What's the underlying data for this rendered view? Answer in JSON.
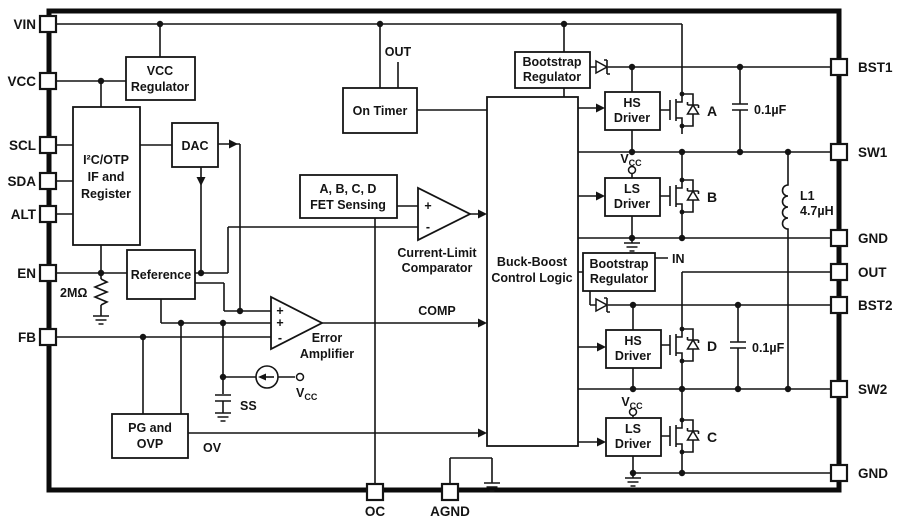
{
  "pins": {
    "left": [
      "VIN",
      "VCC",
      "SCL",
      "SDA",
      "ALT",
      "EN",
      "FB"
    ],
    "right": [
      "BST1",
      "SW1",
      "GND",
      "OUT",
      "BST2",
      "SW2",
      "GND"
    ],
    "bottom": [
      "OC",
      "AGND"
    ]
  },
  "blocks": {
    "vcc_regulator": [
      "VCC",
      "Regulator"
    ],
    "i2c_otp": [
      "I²C/OTP",
      "IF and",
      "Register"
    ],
    "dac": [
      "DAC"
    ],
    "reference": [
      "Reference"
    ],
    "pg_ovp": [
      "PG and",
      "OVP"
    ],
    "on_timer": [
      "On Timer"
    ],
    "fet_sensing": [
      "A, B, C, D",
      "FET Sensing"
    ],
    "control_logic": [
      "Buck-Boost",
      "Control Logic"
    ],
    "bootstrap_regulator_1": [
      "Bootstrap",
      "Regulator"
    ],
    "bootstrap_regulator_2": [
      "Bootstrap",
      "Regulator"
    ],
    "hs_driver_1": [
      "HS",
      "Driver"
    ],
    "ls_driver_1": [
      "LS",
      "Driver"
    ],
    "hs_driver_2": [
      "HS",
      "Driver"
    ],
    "ls_driver_2": [
      "LS",
      "Driver"
    ]
  },
  "amplifiers": {
    "current_limit_comparator": {
      "label": [
        "Current-Limit",
        "Comparator"
      ],
      "plus": "+",
      "minus": "-"
    },
    "error_amplifier": {
      "label": [
        "Error",
        "Amplifier"
      ],
      "plus": "+",
      "minus": "-"
    }
  },
  "nets": {
    "out_timer": "OUT",
    "comp": "COMP",
    "ov": "OV",
    "ss": "SS",
    "in": "IN"
  },
  "components": {
    "resistor": "2MΩ",
    "cap_bst1": "0.1µF",
    "cap_bst2": "0.1µF",
    "inductor_name": "L1",
    "inductor_value": "4.7µH",
    "fet_a": "A",
    "fet_b": "B",
    "fet_c": "C",
    "fet_d": "D",
    "vcc": "V",
    "vcc_sub": "CC"
  },
  "colors": {
    "line": "#141414",
    "background": "#ffffff"
  }
}
